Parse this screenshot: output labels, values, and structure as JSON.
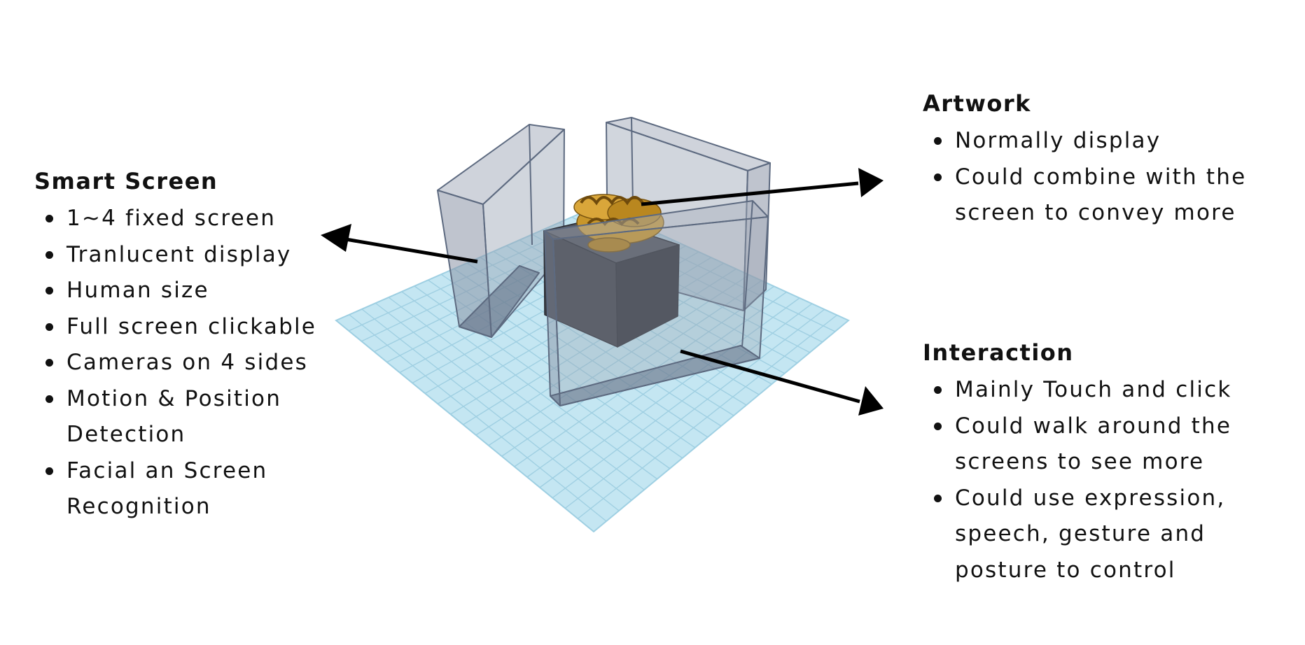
{
  "smart_screen": {
    "title": "Smart Screen",
    "items": [
      "1~4 fixed screen",
      "Tranlucent display",
      "Human size",
      "Full screen clickable",
      "Cameras on 4 sides",
      "Motion & Position Detection",
      "Facial an Screen Recognition"
    ]
  },
  "artwork": {
    "title": "Artwork",
    "items": [
      "Normally display",
      "Could combine with the screen to convey more"
    ]
  },
  "interaction": {
    "title": "Interaction",
    "items": [
      "Mainly Touch and click",
      "Could walk around the screens to see more",
      "Could use expression, speech, gesture and posture to control"
    ]
  },
  "colors": {
    "floor_grid": "#bfe3f0",
    "screen_panel": "#8a96a8",
    "pedestal": "#3a3c44",
    "artwork_gold": "#c8962a",
    "arrow": "#000000"
  }
}
